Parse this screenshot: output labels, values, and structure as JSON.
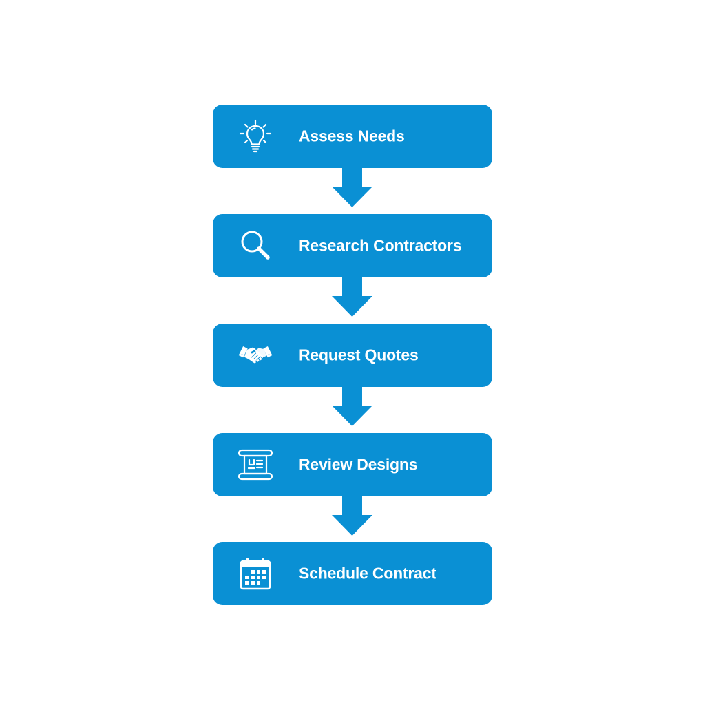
{
  "theme": {
    "box_color": "#0A90D4",
    "arrow_color": "#0A90D4",
    "text_color": "#FFFFFF",
    "background": "#FFFFFF"
  },
  "flowchart": {
    "steps": [
      {
        "label": "Assess Needs",
        "icon": "lightbulb-icon"
      },
      {
        "label": "Research Contractors",
        "icon": "magnifying-glass-icon"
      },
      {
        "label": "Request Quotes",
        "icon": "handshake-icon"
      },
      {
        "label": "Review Designs",
        "icon": "blueprint-scroll-icon"
      },
      {
        "label": "Schedule Contract",
        "icon": "calendar-icon"
      }
    ],
    "connectors": [
      {
        "from": 0,
        "to": 1,
        "icon": "down-arrow-icon"
      },
      {
        "from": 1,
        "to": 2,
        "icon": "down-arrow-icon"
      },
      {
        "from": 2,
        "to": 3,
        "icon": "down-arrow-icon"
      },
      {
        "from": 3,
        "to": 4,
        "icon": "down-arrow-icon"
      }
    ]
  }
}
